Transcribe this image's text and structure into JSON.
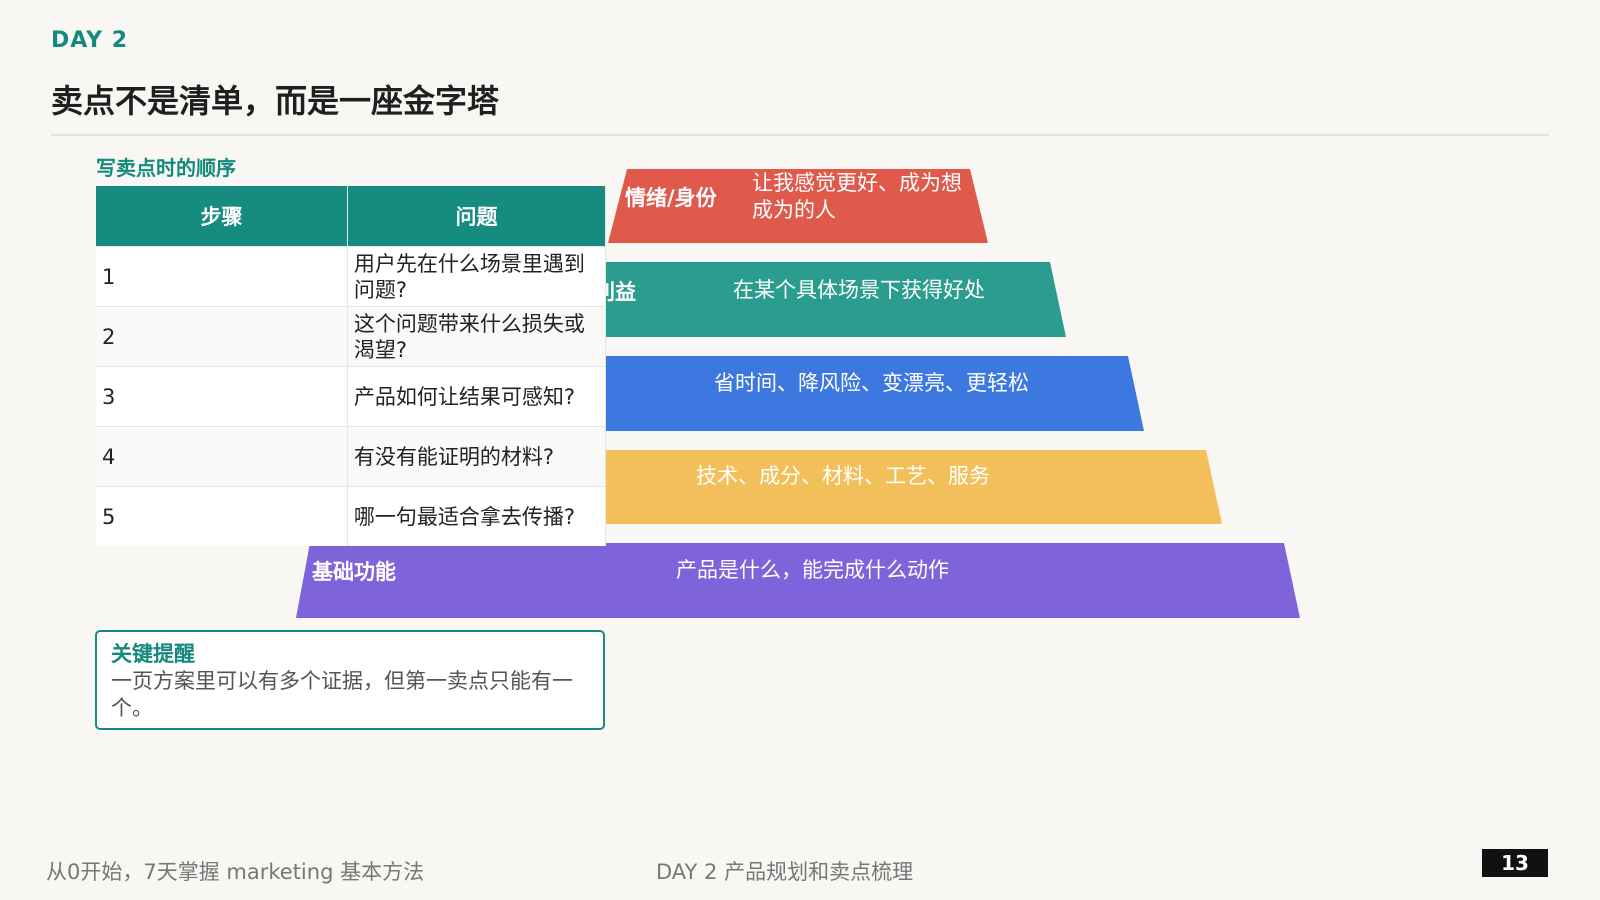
{
  "header": {
    "day": "DAY 2",
    "title": "卖点不是清单，而是一座金字塔"
  },
  "table": {
    "caption": "写卖点时的顺序",
    "headers": [
      "步骤",
      "问题"
    ],
    "rows": [
      {
        "step": "1",
        "question": "用户先在什么场景里遇到问题?"
      },
      {
        "step": "2",
        "question": "这个问题带来什么损失或渴望?"
      },
      {
        "step": "3",
        "question": "产品如何让结果可感知?"
      },
      {
        "step": "4",
        "question": "有没有能证明的材料?"
      },
      {
        "step": "5",
        "question": "哪一句最适合拿去传播?"
      }
    ]
  },
  "pyramid": {
    "levels": [
      {
        "label": "情绪/身份",
        "text": "让我感觉更好、成为想成为的人",
        "color": "#e05a4c"
      },
      {
        "label": "利益",
        "text": "在某个具体场景下获得好处",
        "color": "#2a9d8f"
      },
      {
        "label": "",
        "text": "省时间、降风险、变漂亮、更轻松",
        "color": "#3c78e0"
      },
      {
        "label": "",
        "text": "技术、成分、材料、工艺、服务",
        "color": "#f3bf5b"
      },
      {
        "label": "基础功能",
        "text": "产品是什么，能完成什么动作",
        "color": "#7e63da"
      }
    ]
  },
  "reminder": {
    "title": "关键提醒",
    "body": "一页方案里可以有多个证据，但第一卖点只能有一个。"
  },
  "footer": {
    "left": "从0开始，7天掌握 marketing 基本方法",
    "middle": "DAY 2 产品规划和卖点梳理",
    "page_number": "13"
  }
}
